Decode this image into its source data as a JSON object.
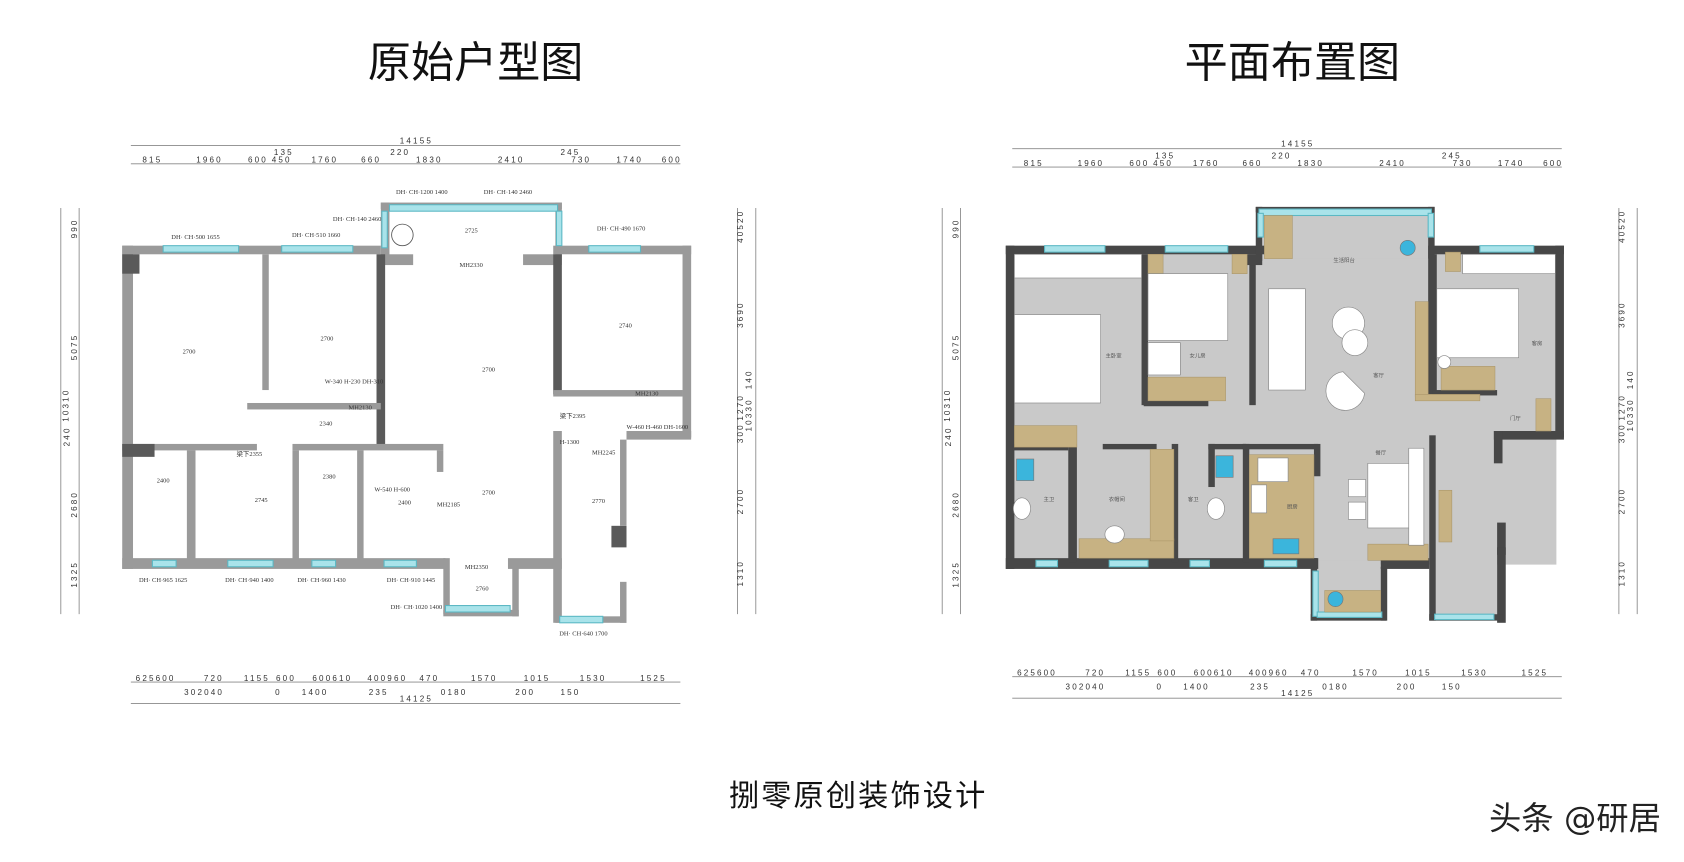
{
  "titles": {
    "original": "原始户型图",
    "layout": "平面布置图"
  },
  "footer": "捌零原创装饰设计",
  "watermark": "头条 @研居",
  "top_dims": {
    "total": "14155",
    "upper": [
      "135",
      "220",
      "245"
    ],
    "lower": [
      "815",
      "1960",
      "600",
      "450",
      "1760",
      "660",
      "1830",
      "2410",
      "730",
      "1740",
      "600"
    ]
  },
  "bottom_dims": {
    "upper": [
      "625600",
      "720",
      "1155",
      "600",
      "600610",
      "400960",
      "470",
      "1570",
      "1015",
      "1530",
      "1525"
    ],
    "middle": [
      "302040",
      "0",
      "1400",
      "235",
      "0180",
      "200",
      "150"
    ],
    "total": "14125"
  },
  "left_dims": {
    "total": "10310",
    "parts": [
      "990",
      "5075",
      "240",
      "2680",
      "1325"
    ]
  },
  "right_dims": {
    "total": "10330",
    "parts": [
      "40520",
      "3690",
      "140",
      "1270",
      "300",
      "2700",
      "1310"
    ]
  },
  "original_plan": {
    "heights": [
      "2700",
      "2700",
      "2725",
      "2740",
      "2700",
      "2340",
      "2400",
      "2745",
      "2380",
      "2400",
      "2700",
      "2770",
      "2760",
      "梁下2355",
      "梁下2395"
    ],
    "doors": [
      "MH2330",
      "MH2130",
      "MH2130",
      "MH2185",
      "MH2245",
      "MH2350",
      "H-1300"
    ],
    "openings": [
      "W-340 H-230 DH-310",
      "W-540 H-600",
      "W-460 H-460 DH-1600"
    ],
    "windows": [
      "DH· CH·500 1655",
      "DH· CH·510 1660",
      "DH· CH·140 2460",
      "DH· CH·1200 1400",
      "DH· CH·140 2460",
      "DH· CH·490 1670",
      "DH· CH·965 1625",
      "DH· CH·940 1400",
      "DH· CH·960 1430",
      "DH· CH·910 1445",
      "DH· CH·1020 1400",
      "DH· CH·640 1700"
    ]
  },
  "layout_plan": {
    "rooms": [
      "主卧室",
      "女儿房",
      "生活阳台",
      "客厅",
      "客房",
      "门厅",
      "餐厅",
      "厨房",
      "主卫",
      "衣帽间",
      "客卫"
    ]
  },
  "colors": {
    "wall": "#474747",
    "floor": "#c9c9c9",
    "wood": "#c7b283",
    "window": "#a9e3ea"
  }
}
